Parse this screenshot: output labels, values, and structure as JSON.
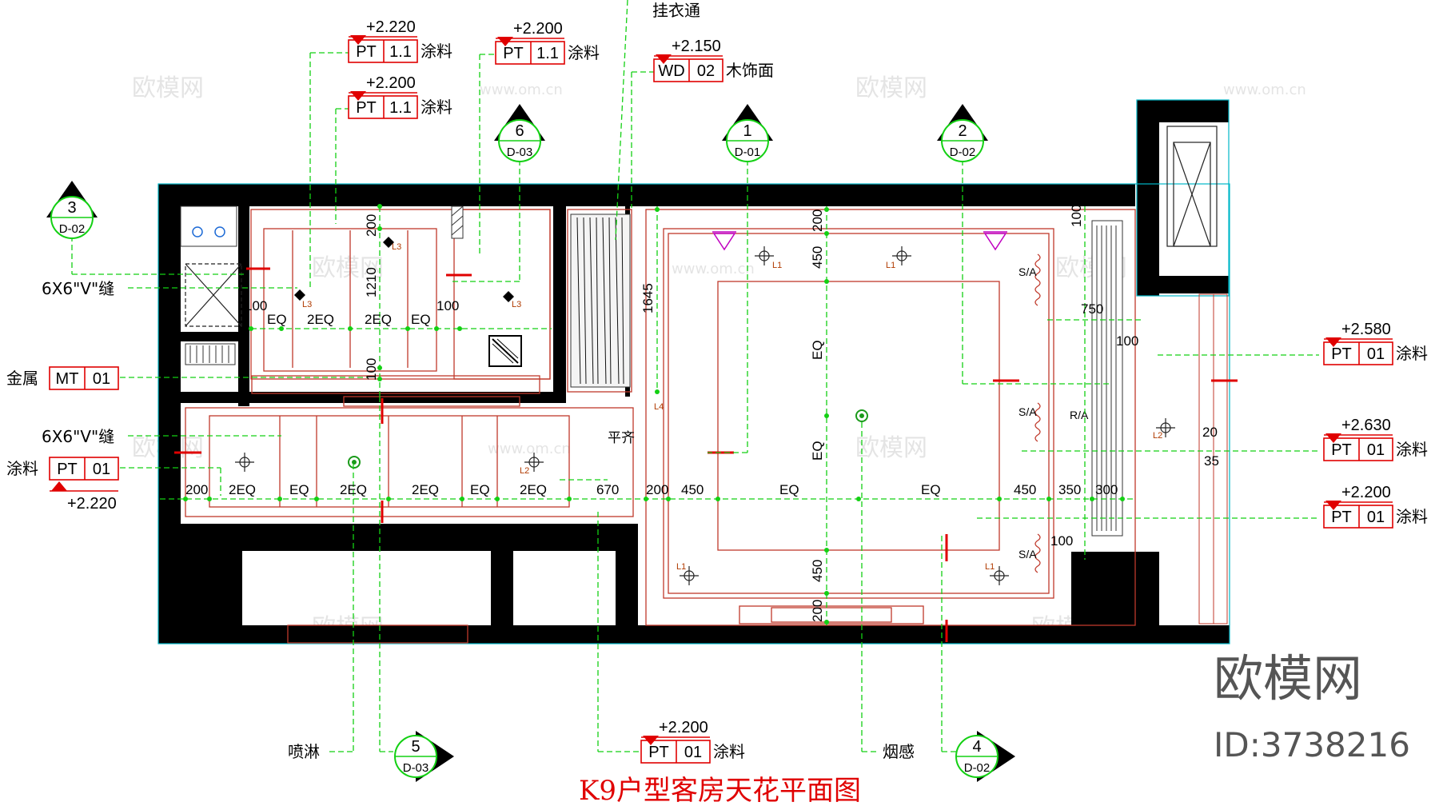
{
  "title": "K9户型客房天花平面图",
  "watermark": {
    "brand": "欧模网",
    "site": "www.om.cn",
    "id_text": "ID:3738216"
  },
  "section_markers": [
    {
      "num": "3",
      "ref": "D-02"
    },
    {
      "num": "6",
      "ref": "D-03"
    },
    {
      "num": "1",
      "ref": "D-01"
    },
    {
      "num": "2",
      "ref": "D-02"
    },
    {
      "num": "5",
      "ref": "D-03"
    },
    {
      "num": "4",
      "ref": "D-02"
    }
  ],
  "material_tags": [
    {
      "elev": "+2.220",
      "code": "PT",
      "num": "1.1",
      "desc": "涂料"
    },
    {
      "elev": "+2.200",
      "code": "PT",
      "num": "1.1",
      "desc": "涂料"
    },
    {
      "elev": "+2.200",
      "code": "PT",
      "num": "1.1",
      "desc": "涂料"
    },
    {
      "elev": "+2.150",
      "code": "WD",
      "num": "02",
      "desc": "木饰面"
    },
    {
      "elev": "",
      "code": "MT",
      "num": "01",
      "desc": "金属"
    },
    {
      "elev": "+2.220",
      "code": "PT",
      "num": "01",
      "desc": "涂料"
    },
    {
      "elev": "+2.200",
      "code": "PT",
      "num": "01",
      "desc": "涂料"
    },
    {
      "elev": "+2.580",
      "code": "PT",
      "num": "01",
      "desc": "涂料"
    },
    {
      "elev": "+2.630",
      "code": "PT",
      "num": "01",
      "desc": "涂料"
    },
    {
      "elev": "+2.200",
      "code": "PT",
      "num": "01",
      "desc": "涂料"
    }
  ],
  "callouts": {
    "closet_rail": "挂衣通",
    "v_groove_1": "6X6\"V\"缝",
    "v_groove_2": "6X6\"V\"缝",
    "flush": "平齐",
    "sprinkler": "喷淋",
    "smoke": "烟感"
  },
  "dimensions": {
    "bath_row": [
      "100",
      "EQ",
      "2EQ",
      "2EQ",
      "EQ",
      "100"
    ],
    "bath_vert": [
      "200",
      "1210",
      "100"
    ],
    "closet_vert": "1645",
    "bottom_row": [
      "200",
      "2EQ",
      "EQ",
      "2EQ",
      "2EQ",
      "EQ",
      "2EQ",
      "670",
      "200",
      "450",
      "EQ",
      "EQ",
      "450",
      "350",
      "300"
    ],
    "room_vert": [
      "200",
      "450",
      "EQ",
      "EQ",
      "450",
      "200"
    ],
    "right_side": [
      "100",
      "750",
      "100",
      "20",
      "35",
      "100"
    ]
  },
  "symbols": {
    "supply_air": "S/A",
    "return_air": "R/A",
    "light_codes": [
      "L1",
      "L2",
      "L3",
      "L4"
    ]
  }
}
